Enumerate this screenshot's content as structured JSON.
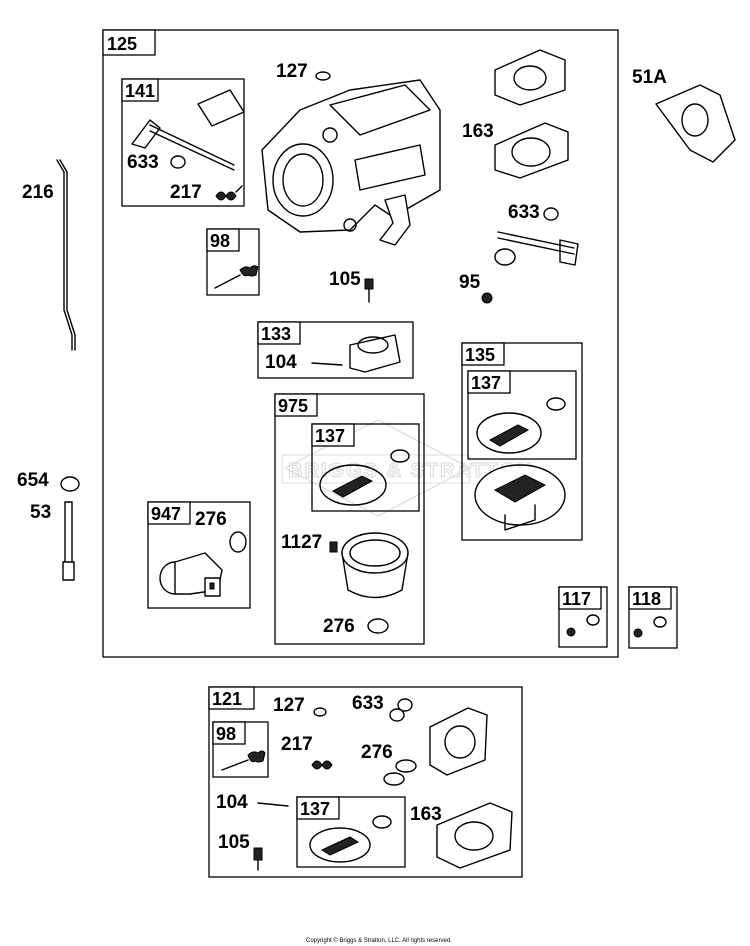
{
  "boxes": {
    "b125": "125",
    "b141": "141",
    "b98a": "98",
    "b133": "133",
    "b135": "135",
    "b137a": "137",
    "b975": "975",
    "b137b": "137",
    "b947": "947",
    "b117": "117",
    "b118": "118",
    "b121": "121",
    "b98b": "98",
    "b137c": "137"
  },
  "labels": {
    "l127a": "127",
    "l633a": "633",
    "l217a": "217",
    "l163a": "163",
    "l51a": "51A",
    "l216": "216",
    "l633b": "633",
    "l105a": "105",
    "l95": "95",
    "l104a": "104",
    "l654": "654",
    "l53": "53",
    "l276a": "276",
    "l1127": "1127",
    "l276b": "276",
    "l127b": "127",
    "l633c": "633",
    "l217b": "217",
    "l276c": "276",
    "l104b": "104",
    "l163b": "163",
    "l105b": "105"
  },
  "watermark": "BRIGGS & STRATTON",
  "copyright": "Copyright © Briggs & Stratton, LLC. All rights reserved."
}
